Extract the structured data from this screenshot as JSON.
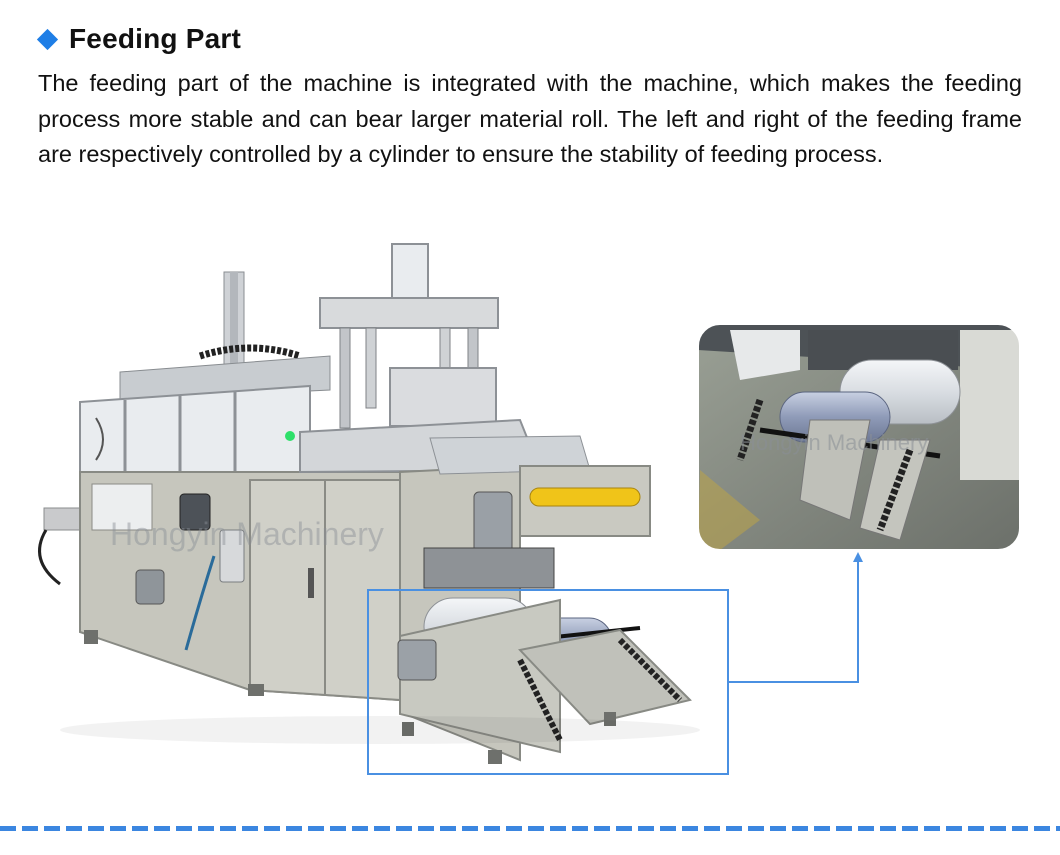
{
  "section": {
    "title": "Feeding Part",
    "description": "The feeding part of the machine is integrated with the machine, which makes the feeding process more stable and can bear larger material roll. The left and right of the feeding frame are respectively controlled by a cylinder to ensure the stability of feeding process."
  },
  "figure": {
    "watermark_main": "Hongyin Machinery",
    "watermark_inset": "Hongyin Machinery",
    "accent_color": "#1e7ee6",
    "callout_color": "#4a90e2"
  }
}
